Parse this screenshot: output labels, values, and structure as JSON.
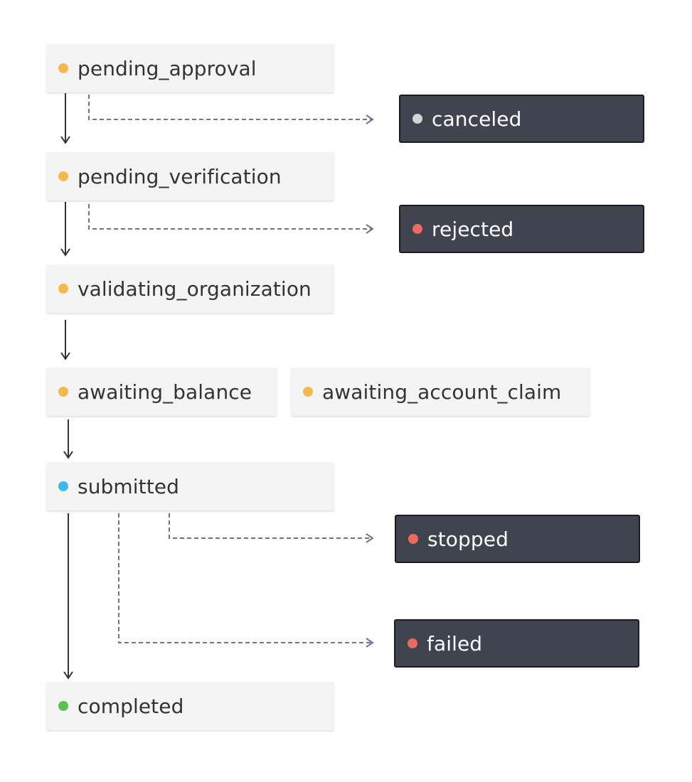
{
  "colors": {
    "pending": "#f3b94d",
    "submitted": "#3bb9ea",
    "completed": "#5cc14f",
    "canceled": "#d4d4d4",
    "error": "#eb6b61"
  },
  "nodes": {
    "pending_approval": {
      "label": "pending_approval",
      "status": "pending"
    },
    "pending_verification": {
      "label": "pending_verification",
      "status": "pending"
    },
    "validating_organization": {
      "label": "validating_organization",
      "status": "pending"
    },
    "awaiting_balance": {
      "label": "awaiting_balance",
      "status": "pending"
    },
    "awaiting_account_claim": {
      "label": "awaiting_account_claim",
      "status": "pending"
    },
    "submitted": {
      "label": "submitted",
      "status": "submitted"
    },
    "completed": {
      "label": "completed",
      "status": "completed"
    },
    "canceled": {
      "label": "canceled",
      "status": "canceled"
    },
    "rejected": {
      "label": "rejected",
      "status": "error"
    },
    "stopped": {
      "label": "stopped",
      "status": "error"
    },
    "failed": {
      "label": "failed",
      "status": "error"
    }
  },
  "edges": [
    {
      "from": "pending_approval",
      "to": "pending_verification",
      "style": "solid"
    },
    {
      "from": "pending_approval",
      "to": "canceled",
      "style": "dashed"
    },
    {
      "from": "pending_verification",
      "to": "validating_organization",
      "style": "solid"
    },
    {
      "from": "pending_verification",
      "to": "rejected",
      "style": "dashed"
    },
    {
      "from": "validating_organization",
      "to": "awaiting_balance",
      "style": "solid"
    },
    {
      "from": "awaiting_balance",
      "to": "submitted",
      "style": "solid"
    },
    {
      "from": "submitted",
      "to": "completed",
      "style": "solid"
    },
    {
      "from": "submitted",
      "to": "stopped",
      "style": "dashed"
    },
    {
      "from": "submitted",
      "to": "failed",
      "style": "dashed"
    }
  ]
}
